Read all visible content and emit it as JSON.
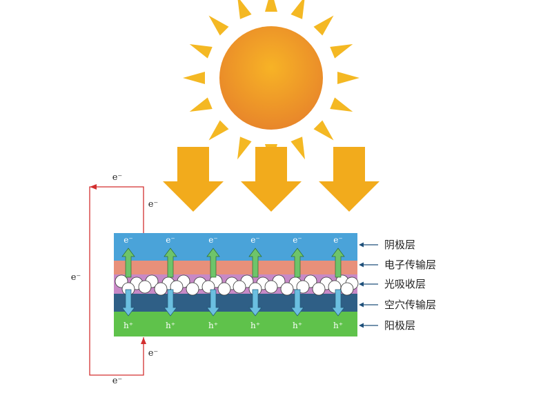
{
  "layers": [
    {
      "name": "阴极层",
      "color": "#4aa3d9"
    },
    {
      "name": "电子传输层",
      "color": "#e8907a"
    },
    {
      "name": "光吸收层",
      "color": "#c789c6"
    },
    {
      "name": "空穴传输层",
      "color": "#2f5f86"
    },
    {
      "name": "阳极层",
      "color": "#5fc24b"
    }
  ],
  "carriers": {
    "electron": "e⁻",
    "hole": "h⁺",
    "count": 6
  },
  "external_circuit": {
    "labels": [
      "e⁻",
      "e⁻",
      "e⁻",
      "e⁻",
      "e⁻"
    ],
    "wire_color": "#d32f2f"
  },
  "colors": {
    "sun_outer": "#f6b51e",
    "sun_inner": "#e8892a",
    "ray": "#f4b823",
    "light_arrow": "#f2ab1c",
    "electron_arrow": "#6ec46a",
    "hole_arrow": "#6bbfe0",
    "label_pointer": "#1d4f7a"
  },
  "icons": {
    "sun": "sun-icon",
    "light_arrow": "down-arrow-icon"
  }
}
